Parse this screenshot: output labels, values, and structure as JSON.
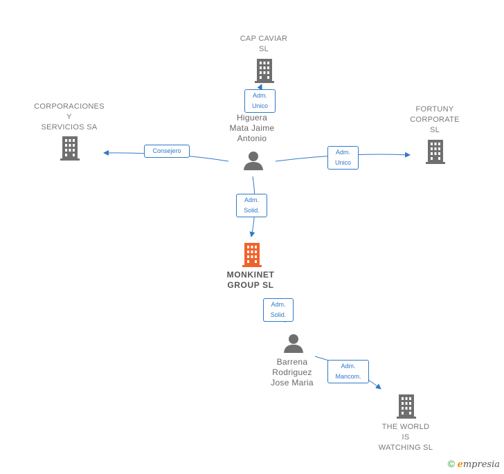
{
  "nodes": {
    "cap_caviar": {
      "lines": [
        "CAP CAVIAR",
        "SL"
      ]
    },
    "corporaciones": {
      "lines": [
        "CORPORACIONES",
        "Y",
        "SERVICIOS SA"
      ]
    },
    "fortuny": {
      "lines": [
        "FORTUNY",
        "CORPORATE",
        "SL"
      ]
    },
    "higuera": {
      "lines": [
        "Higuera",
        "Mata Jaime",
        "Antonio"
      ]
    },
    "monkinet": {
      "lines": [
        "MONKINET",
        "GROUP  SL"
      ]
    },
    "barrena": {
      "lines": [
        "Barrena",
        "Rodriguez",
        "Jose Maria"
      ]
    },
    "world": {
      "lines": [
        "THE WORLD",
        "IS",
        "WATCHING  SL"
      ]
    }
  },
  "edges": {
    "to_cap_caviar": {
      "lines": [
        "Adm.",
        "Unico"
      ]
    },
    "to_corporaciones": {
      "lines": [
        "Consejero"
      ]
    },
    "to_fortuny": {
      "lines": [
        "Adm.",
        "Unico"
      ]
    },
    "to_monkinet": {
      "lines": [
        "Adm.",
        "Solid."
      ]
    },
    "barrena_monkinet": {
      "lines": [
        "Adm.",
        "Solid."
      ]
    },
    "to_world": {
      "lines": [
        "Adm.",
        "Mancom."
      ]
    }
  },
  "colors": {
    "company_icon": "#6f6f6f",
    "focus_company_icon": "#f0622c",
    "person_icon": "#6f6f6f",
    "edge": "#2f78c8"
  },
  "footer": {
    "copyright": "©",
    "brand_initial": "e",
    "brand_rest": "mpresia"
  }
}
